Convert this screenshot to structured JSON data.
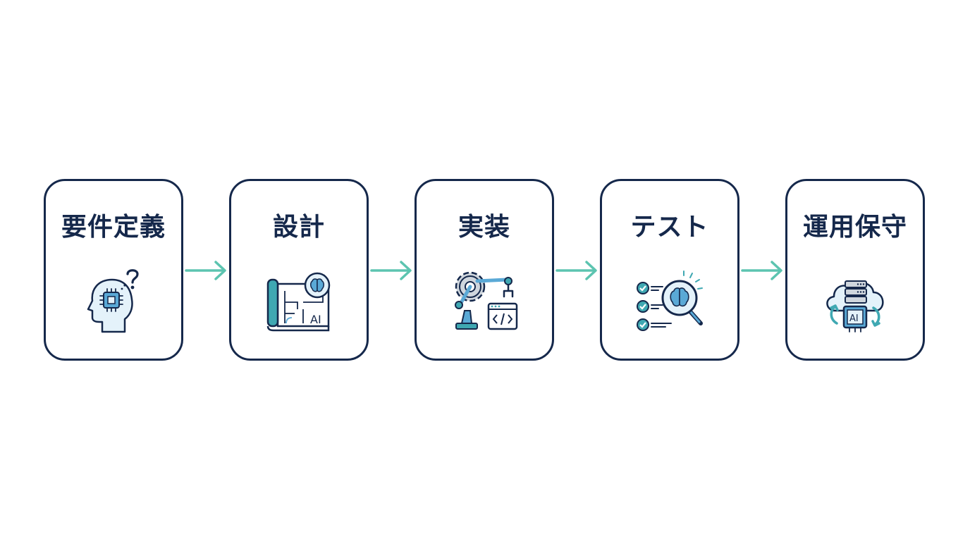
{
  "steps": [
    {
      "title": "要件定義",
      "icon": "head-chip-question-icon"
    },
    {
      "title": "設計",
      "icon": "blueprint-ai-brain-icon"
    },
    {
      "title": "実装",
      "icon": "gear-robot-arm-code-icon"
    },
    {
      "title": "テスト",
      "icon": "checklist-magnifier-brain-icon"
    },
    {
      "title": "運用保守",
      "icon": "cloud-server-ai-chip-icon"
    }
  ],
  "colors": {
    "border": "#15284b",
    "arrow": "#5cc4b0",
    "accent_blue": "#5aa9d6",
    "accent_teal": "#3fa8b2"
  }
}
